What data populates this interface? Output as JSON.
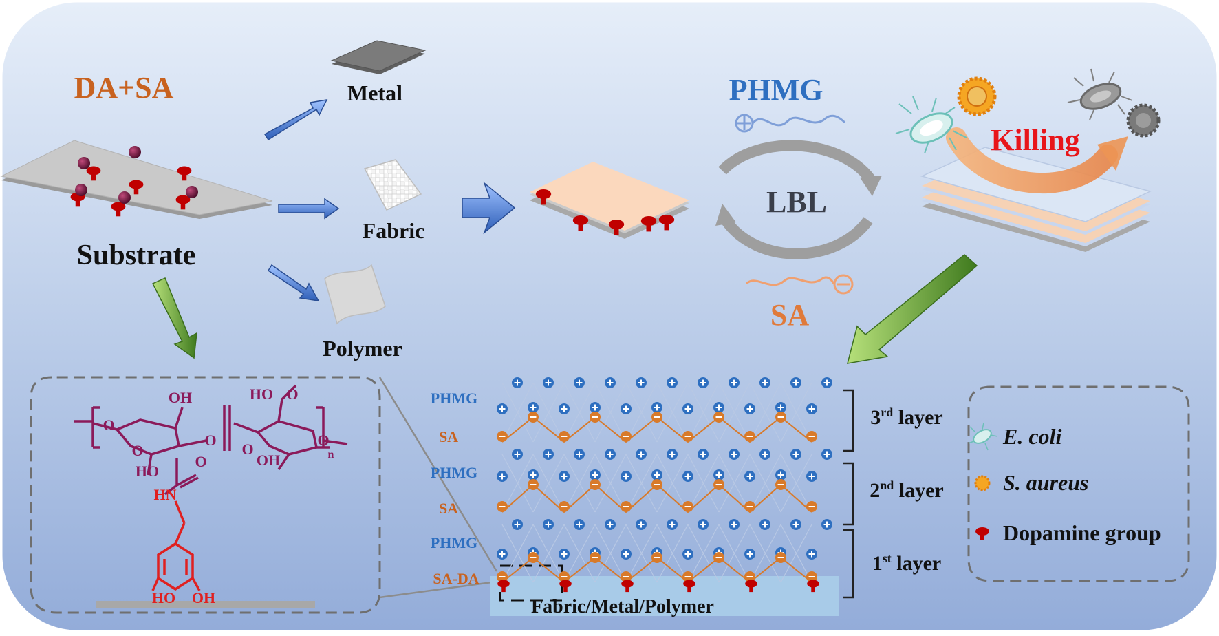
{
  "title": {
    "da_sa": "DA+SA",
    "substrate": "Substrate"
  },
  "substrates": {
    "metal": "Metal",
    "fabric": "Fabric",
    "polymer": "Polymer"
  },
  "cycle": {
    "phmg": "PHMG",
    "lbl": "LBL",
    "sa": "SA",
    "killing": "Killing"
  },
  "layers": {
    "side_labels": [
      "PHMG",
      "SA",
      "PHMG",
      "SA",
      "PHMG",
      "SA-DA"
    ],
    "layer3": {
      "num": "3",
      "sup": "rd",
      "word": " layer"
    },
    "layer2": {
      "num": "2",
      "sup": "nd",
      "word": " layer"
    },
    "layer1": {
      "num": "1",
      "sup": "st",
      "word": " layer"
    },
    "base": "Fabric/Metal/Polymer"
  },
  "legend": {
    "ecoli": "E. coli",
    "saureus": "S. aureus",
    "dopamine": "Dopamine group"
  },
  "chem": {
    "oh": "OH",
    "ho": "HO",
    "o": "O",
    "nh": "HN",
    "n": "n"
  },
  "colors": {
    "orange": "#c8621f",
    "blue": "#2e6fc0",
    "red": "#e01010",
    "purple": "#8b1a5a",
    "chem_red": "#e02020",
    "text": "#111111"
  }
}
